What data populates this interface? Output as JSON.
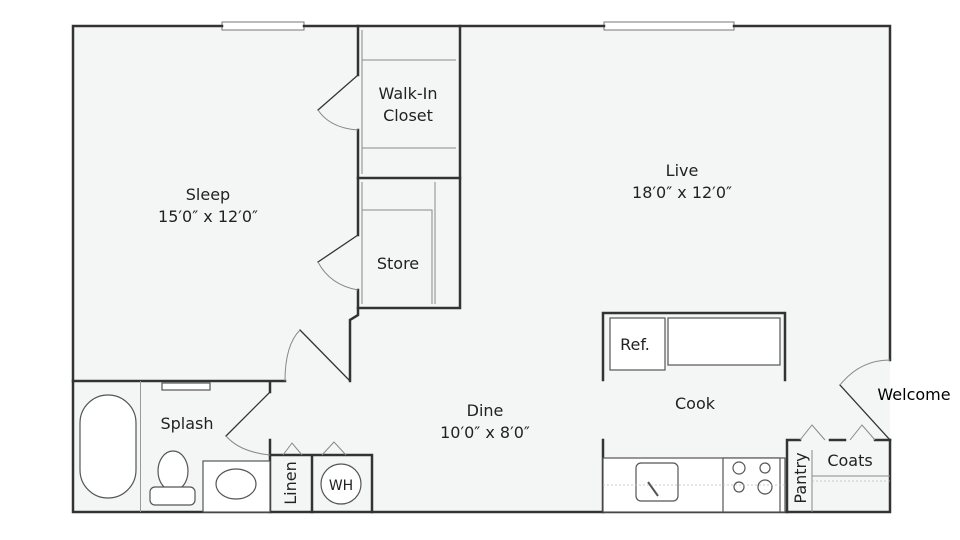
{
  "rooms": {
    "sleep": {
      "name": "Sleep",
      "size": "15′0″ x 12′0″"
    },
    "closet": {
      "line1": "Walk-In",
      "line2": "Closet"
    },
    "store": {
      "name": "Store"
    },
    "live": {
      "name": "Live",
      "size": "18′0″ x 12′0″"
    },
    "dine": {
      "name": "Dine",
      "size": "10′0″ x 8′0″"
    },
    "splash": {
      "name": "Splash"
    },
    "cook": {
      "name": "Cook"
    },
    "ref": {
      "name": "Ref."
    },
    "linen": {
      "name": "Linen"
    },
    "wh": {
      "name": "WH"
    },
    "pantry": {
      "name": "Pantry"
    },
    "coats": {
      "name": "Coats"
    },
    "welcome": {
      "name": "Welcome"
    }
  },
  "colors": {
    "floor": "#f4f6f6",
    "wall": "#333333"
  }
}
